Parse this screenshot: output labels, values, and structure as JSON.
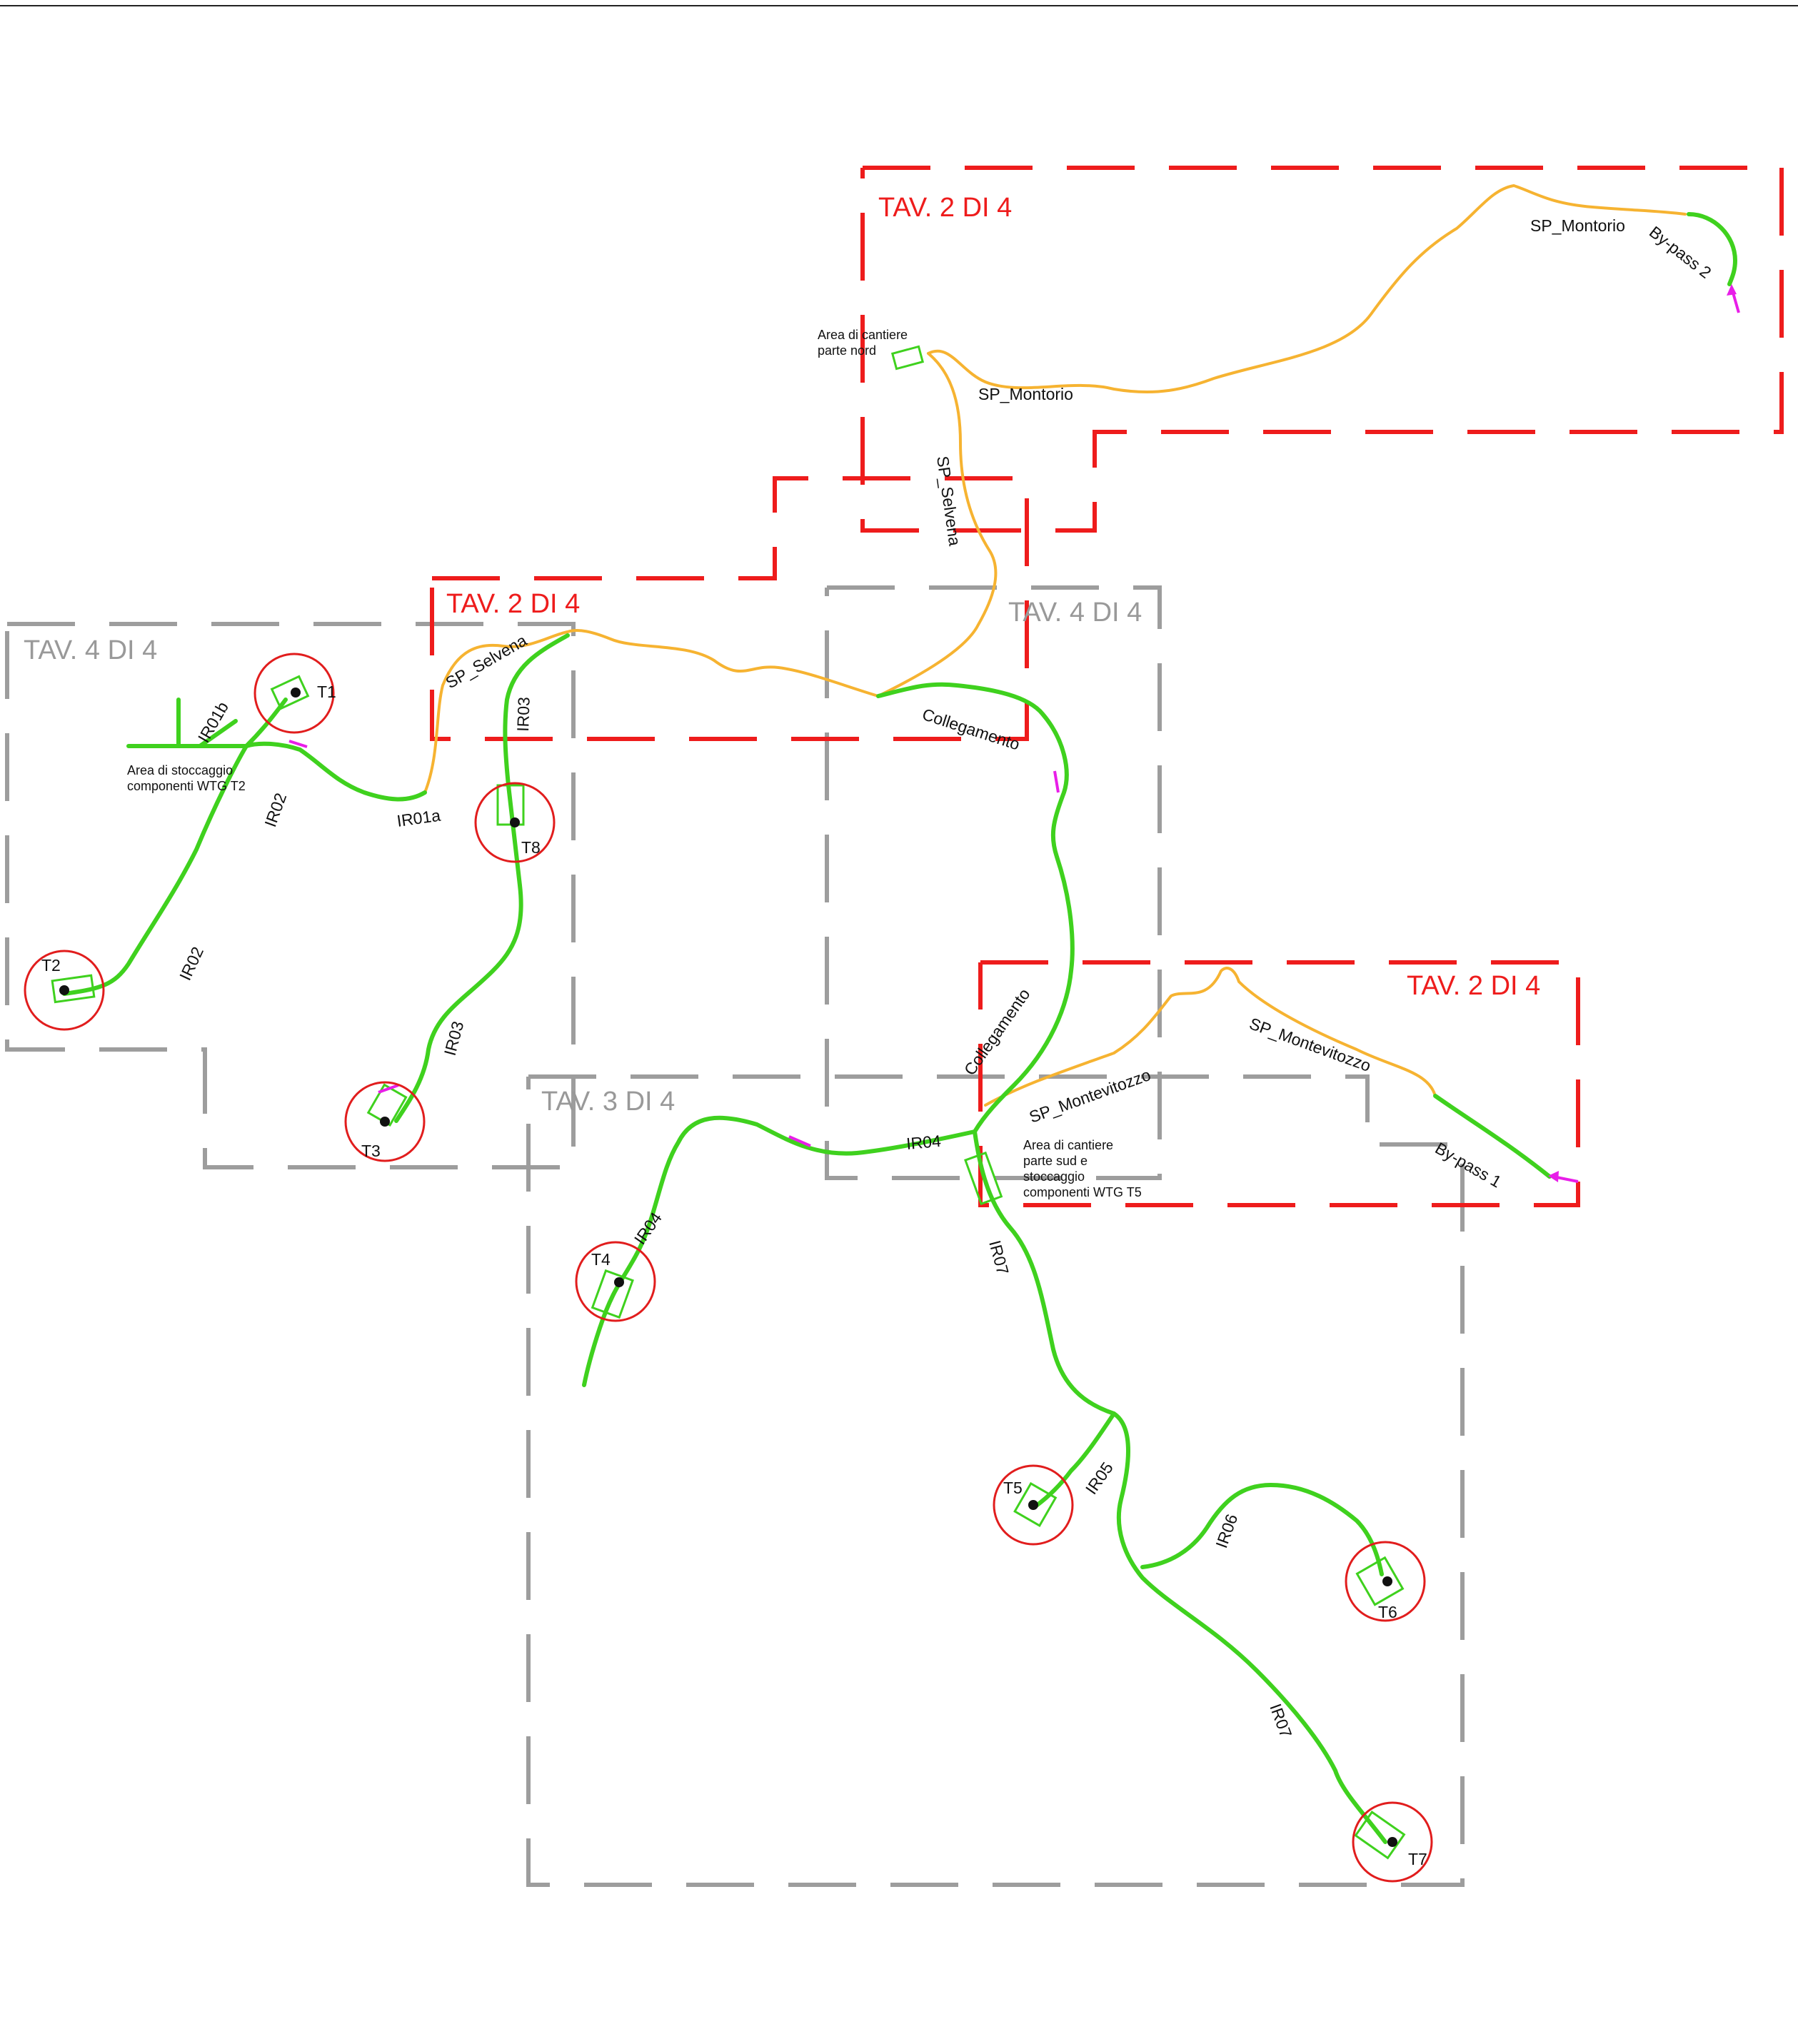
{
  "sheets": {
    "red_tav2_north": "TAV. 2 DI 4",
    "red_tav2_west": "TAV. 2 DI 4",
    "red_tav2_east": "TAV. 2 DI 4",
    "grey_tav4_west": "TAV. 4 DI 4",
    "grey_tav4_center": "TAV. 4 DI 4",
    "grey_tav3": "TAV. 3 DI 4"
  },
  "roads": {
    "sp_montorio_top": "SP_Montorio",
    "sp_montorio_mid": "SP_Montorio",
    "bypass_2": "By-pass  2",
    "sp_selvena_north": "SP_Selvena",
    "sp_selvena_west": "SP_Selvena",
    "collegamento_a": "Collegamento",
    "collegamento_b": "Collegamento",
    "sp_montevitozzo_a": "SP_Montevitozzo",
    "sp_montevitozzo_b": "SP_Montevitozzo",
    "bypass_1": "By-pass 1",
    "ir01b": "IR01b",
    "ir01a": "IR01a",
    "ir02_a": "IR02",
    "ir02_b": "IR02",
    "ir03_a": "IR03",
    "ir03_b": "IR03",
    "ir04_a": "IR04",
    "ir04_b": "IR04",
    "ir05": "IR05",
    "ir06": "IR06",
    "ir07_a": "IR07",
    "ir07_b": "IR07"
  },
  "areas": {
    "cantiere_nord": [
      "Area di cantiere",
      "parte nord"
    ],
    "stoccaggio_t2": [
      "Area di stoccaggio",
      "componenti WTG T2"
    ],
    "cantiere_sud": [
      "Area di cantiere",
      "parte sud e",
      "stoccaggio",
      "componenti WTG T5"
    ]
  },
  "turbines": {
    "t1": "T1",
    "t2": "T2",
    "t3": "T3",
    "t4": "T4",
    "t5": "T5",
    "t6": "T6",
    "t7": "T7",
    "t8": "T8"
  },
  "colors": {
    "sheet_border_red": "#ee1c1c",
    "sheet_border_grey": "#9d9d9d",
    "new_road_green": "#3fd11e",
    "existing_road_orange": "#f6b331",
    "turbine_circle": "#e11d1d",
    "marker_magenta": "#e81ee8"
  }
}
